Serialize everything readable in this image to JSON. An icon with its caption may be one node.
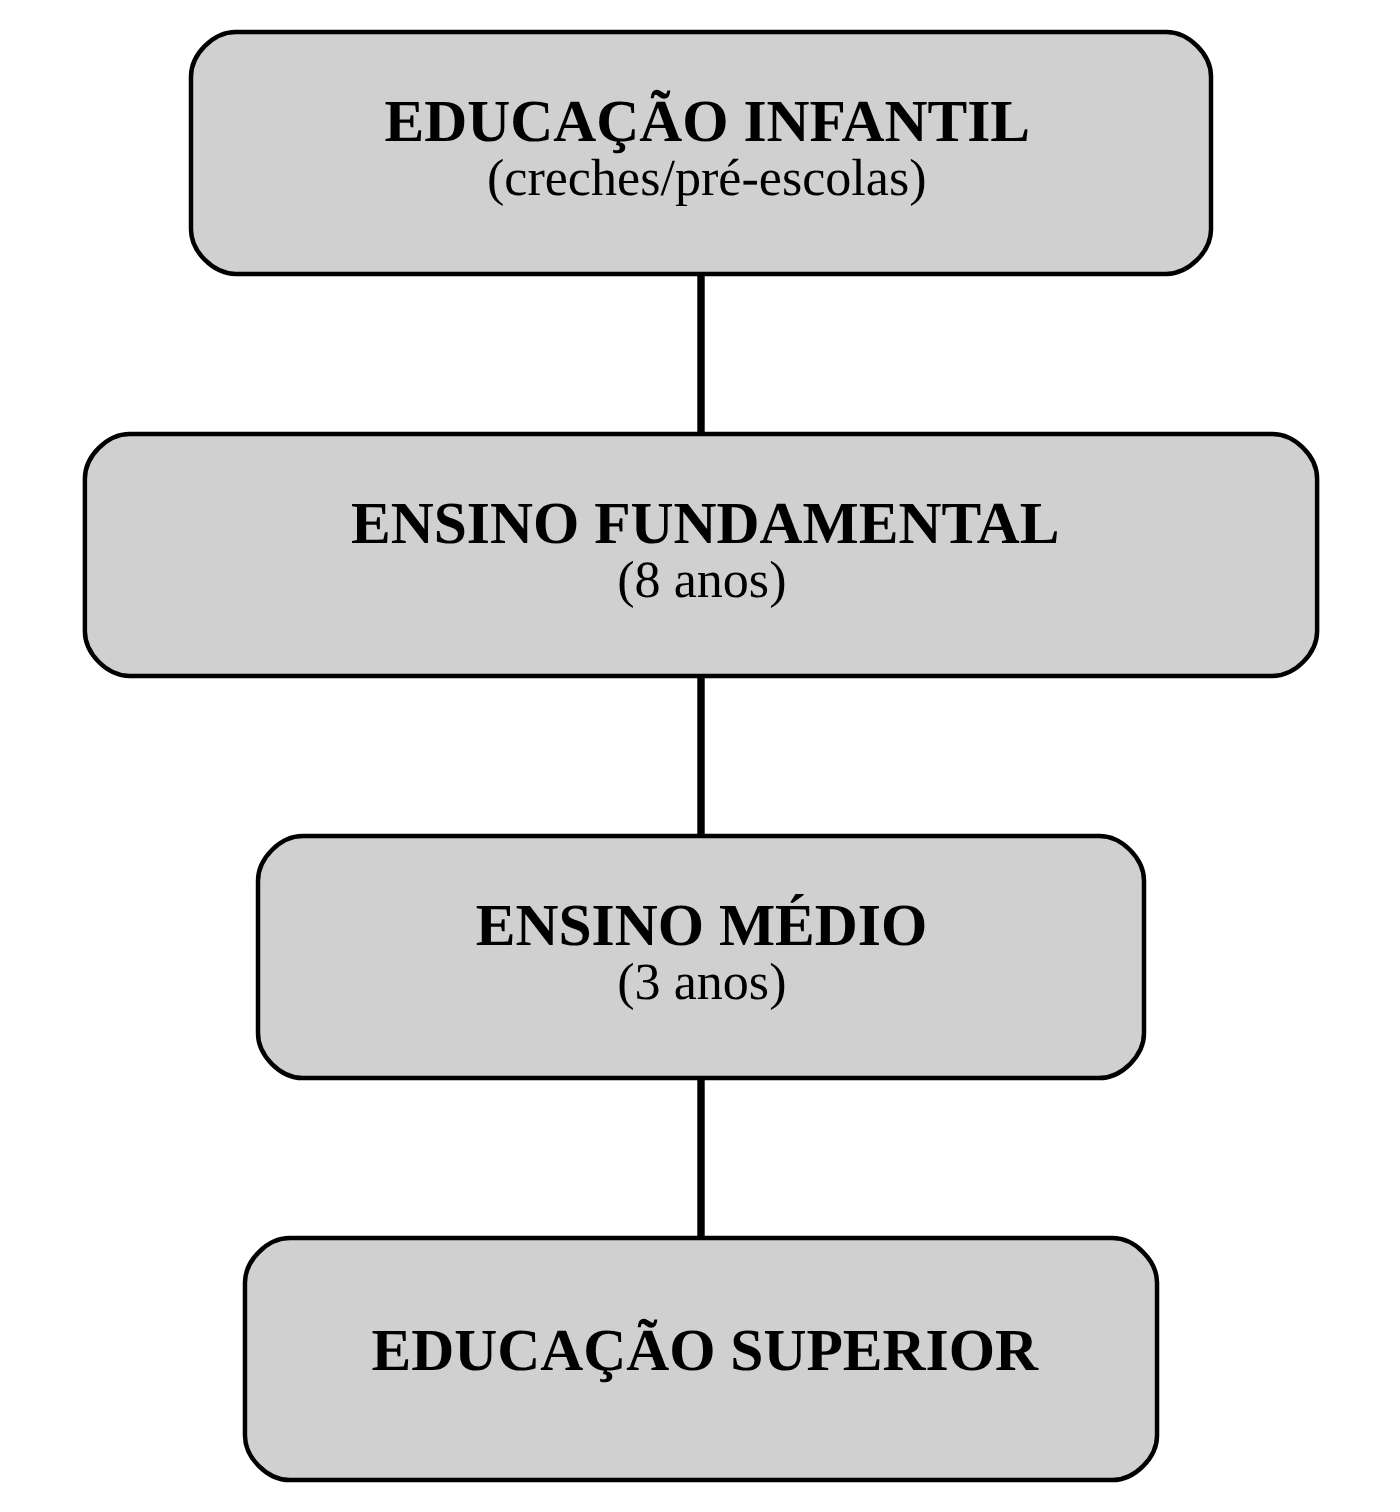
{
  "diagram": {
    "nodes": [
      {
        "text": [
          "EDUCAÇÃO INFANTIL",
          "(creches/pré-escolas)"
        ]
      },
      {
        "text": [
          "ENSINO FUNDAMENTAL",
          "(8 anos)"
        ]
      },
      {
        "text": [
          "ENSINO MÉDIO",
          "(3 anos)"
        ]
      },
      {
        "text": [
          "EDUCAÇÃO SUPERIOR"
        ]
      }
    ],
    "edges": [
      {
        "from": 0,
        "to": 1,
        "arrow": "none"
      },
      {
        "from": 1,
        "to": 2,
        "arrow": "none"
      },
      {
        "from": 2,
        "to": 3,
        "arrow": "none"
      }
    ]
  }
}
